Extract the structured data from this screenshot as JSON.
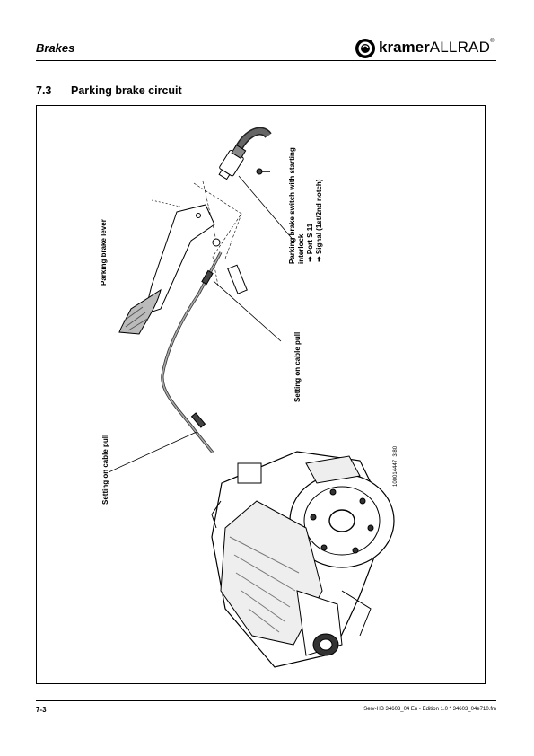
{
  "header": {
    "title": "Brakes",
    "brand_bold": "kramer",
    "brand_light": "ALLRAD",
    "brand_mark": "®"
  },
  "section": {
    "number": "7.3",
    "title": "Parking brake circuit"
  },
  "figure": {
    "labels": {
      "switch_line1": "Parking brake switch with starting",
      "switch_line2": "interlock",
      "switch_port": "➡ Port S 11",
      "switch_signal": "➡ Signal (1st/2nd notch)",
      "lever": "Parking brake lever",
      "cable_setting_upper": "Setting on cable pull",
      "cable_setting_lower": "Setting on cable pull",
      "image_ref": "100014447_3.80"
    }
  },
  "footer": {
    "page": "7-3",
    "reference": "Serv-HB 34603_04 En - Edition 1.0 * 34603_04e710.fm"
  },
  "colors": {
    "ink": "#000000",
    "paper": "#ffffff",
    "shade": "#444444"
  }
}
